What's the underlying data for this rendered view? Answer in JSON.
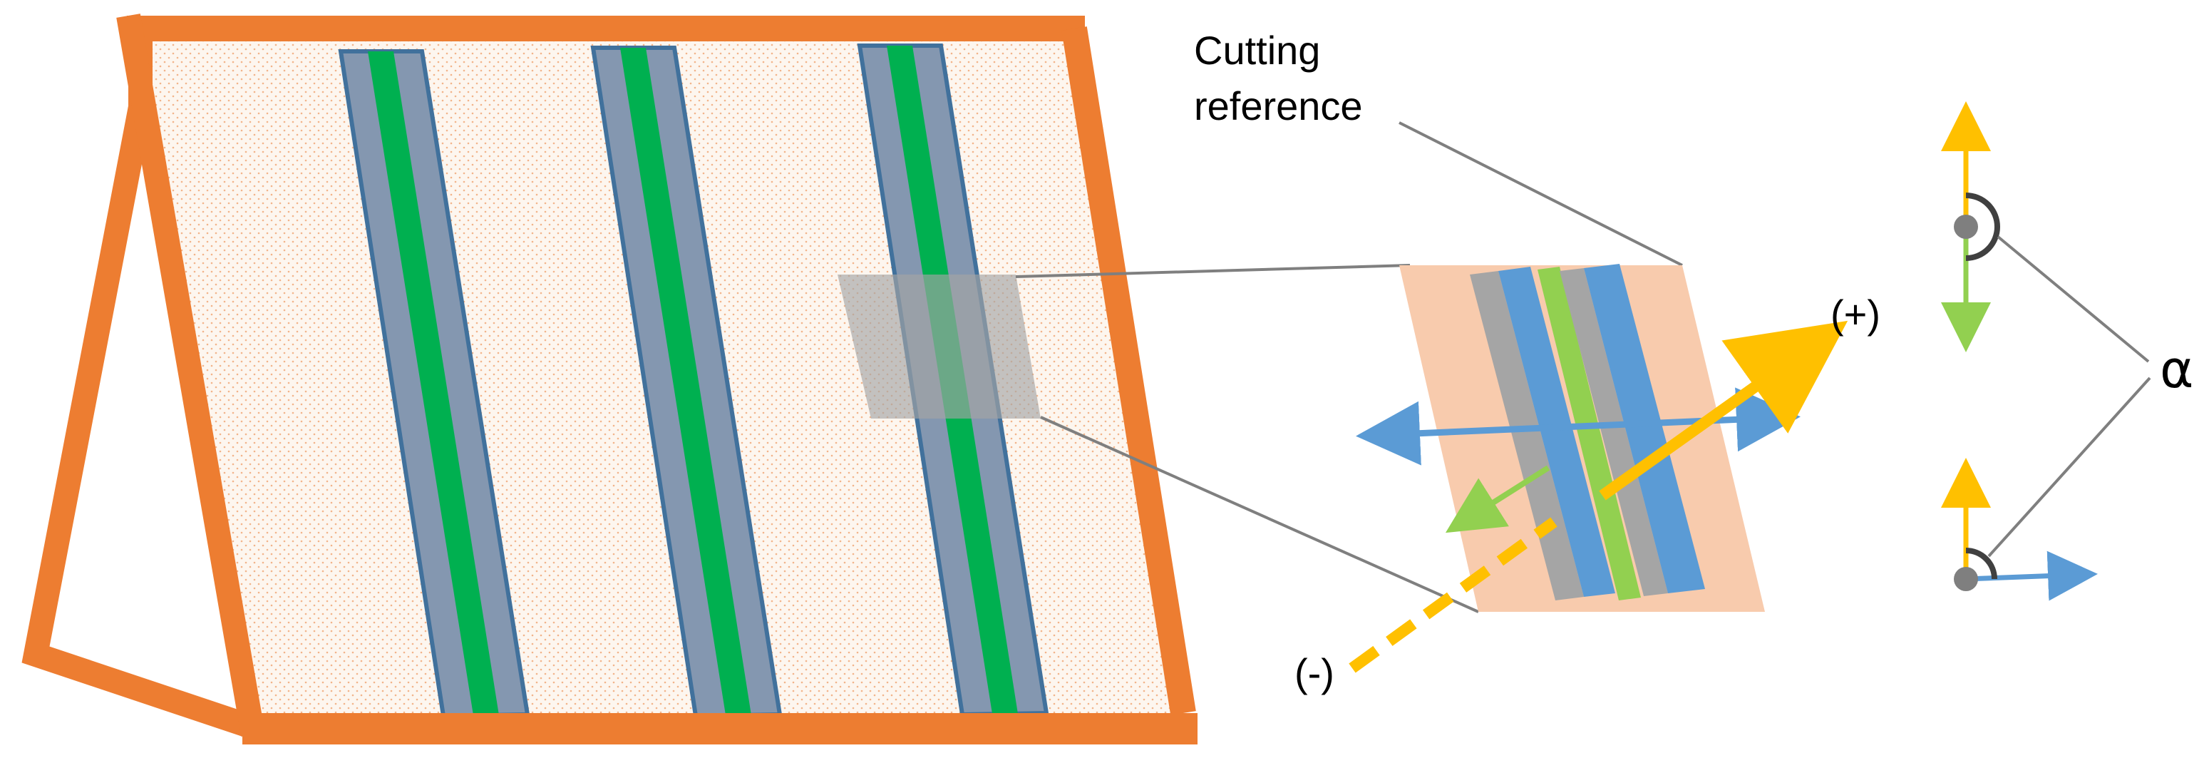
{
  "labels": {
    "cutting_reference_line1": "Cutting",
    "cutting_reference_line2": "reference",
    "positive_sign": "(+)",
    "negative_sign": "(-)",
    "angle_symbol": "α"
  },
  "colors": {
    "frame_orange": "#ED7D31",
    "sheet_fill": "#FDF6EF",
    "stripe_blue_grey": "#8497B0",
    "stripe_outline": "#41719C",
    "stripe_green": "#00B050",
    "inset_background": "#F8CBAD",
    "inset_grey": "#A5A5A5",
    "inset_blue": "#5B9BD5",
    "inset_light_green": "#92D050",
    "axis_yellow": "#FFC000",
    "reference_line_grey": "#7F7F7F",
    "point_grey": "#7F7F7F",
    "arc_dark": "#404040"
  },
  "icons": {
    "sample_frame": "triangular-prism-frame",
    "cut_region": "parallelogram-highlight",
    "zoom_inset": "layered-stripe-closeup",
    "axes_top": "axis-pair-antiparallel",
    "axes_bottom": "axis-pair-perpendicular"
  }
}
